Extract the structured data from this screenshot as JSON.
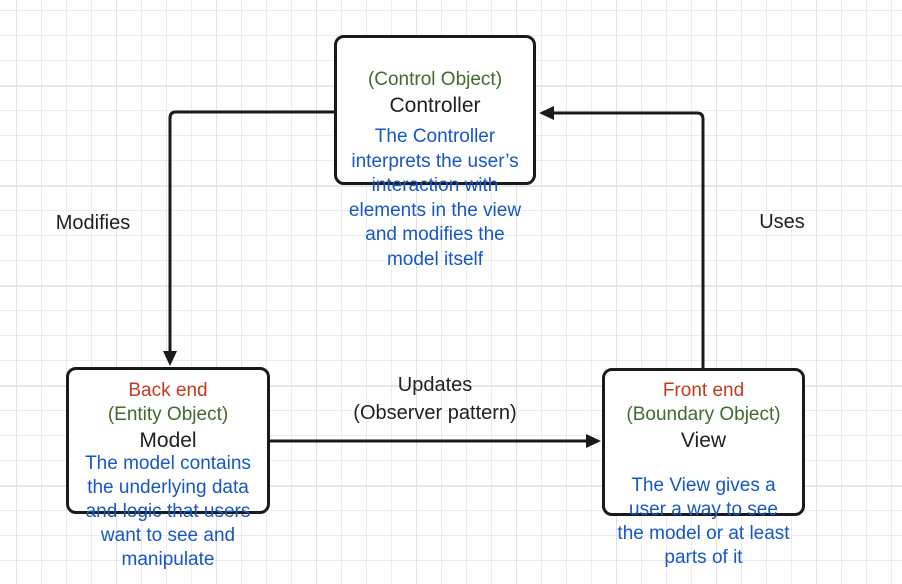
{
  "colors": {
    "arrow": "#1a1a1a",
    "text-dark": "#1f1f1f",
    "role-text": "#c43a21",
    "tag-text": "#3f6b2c",
    "desc-text": "#1757c2",
    "grid-minor": "#ececec",
    "grid-major": "#e2e2e2"
  },
  "nodes": {
    "controller": {
      "tag": "(Control Object)",
      "title": "Controller",
      "description_lines": [
        "The Controller",
        "interprets the user’s",
        "interaction with",
        "elements in the view",
        "and modifies the",
        "model itself"
      ]
    },
    "model": {
      "role": "Back end",
      "tag": "(Entity Object)",
      "title": "Model",
      "description_lines": [
        "The model contains",
        "the underlying data",
        "and logic that users",
        "want to see and",
        "manipulate"
      ]
    },
    "view": {
      "role": "Front end",
      "tag": "(Boundary Object)",
      "title": "View",
      "description_lines": [
        "The View gives a",
        "user a way to see",
        "the model or at least",
        "parts of it"
      ]
    }
  },
  "edges": {
    "modifies": {
      "label": "Modifies",
      "from": "Controller",
      "to": "Model"
    },
    "updates": {
      "label_line1": "Updates",
      "label_line2": "(Observer pattern)",
      "from": "Model",
      "to": "View"
    },
    "uses": {
      "label": "Uses",
      "from": "View",
      "to": "Controller"
    }
  }
}
